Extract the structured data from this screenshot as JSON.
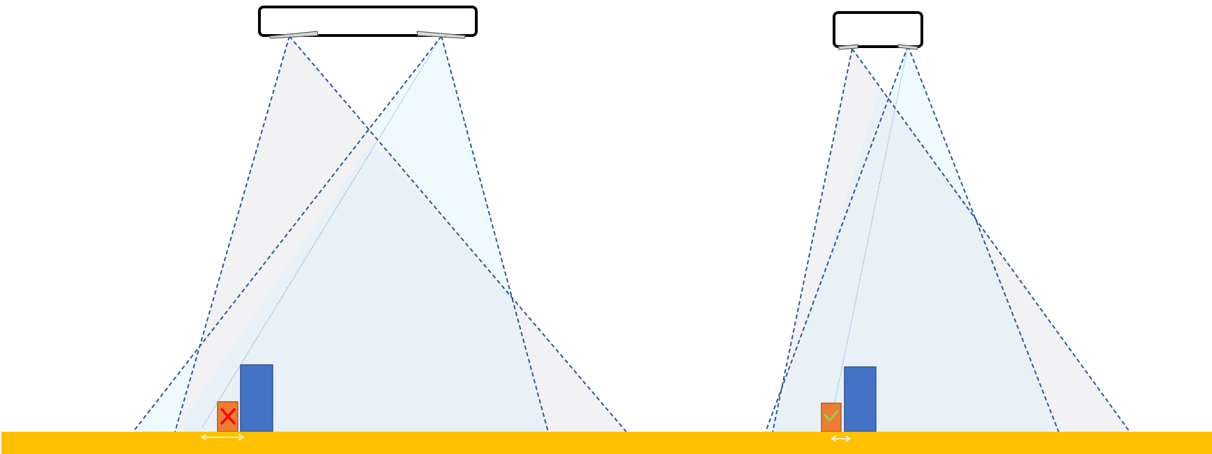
{
  "colors": {
    "background": "#ffffff",
    "floor": "#FFC000",
    "sensor_body_stroke": "#000000",
    "fov_left": "#F2F2F5",
    "fov_right": "#EEFAFC",
    "fov_overlap": "#E8F1F6",
    "fov_line": "#2F5597",
    "obstacle_tall": "#4472C4",
    "obstacle_tall_stroke": "#2F528F",
    "obstacle_small": "#ED7D31",
    "obstacle_small_stroke": "#AE5A21",
    "cross": "#FF0000",
    "check": "#92D050",
    "gap_arrow": "#ffffff"
  },
  "scenarios": [
    {
      "name": "wide-sensor-spacing",
      "result": "fail",
      "result_icon": "cross-icon"
    },
    {
      "name": "narrow-sensor-spacing",
      "result": "pass",
      "result_icon": "check-icon"
    }
  ]
}
